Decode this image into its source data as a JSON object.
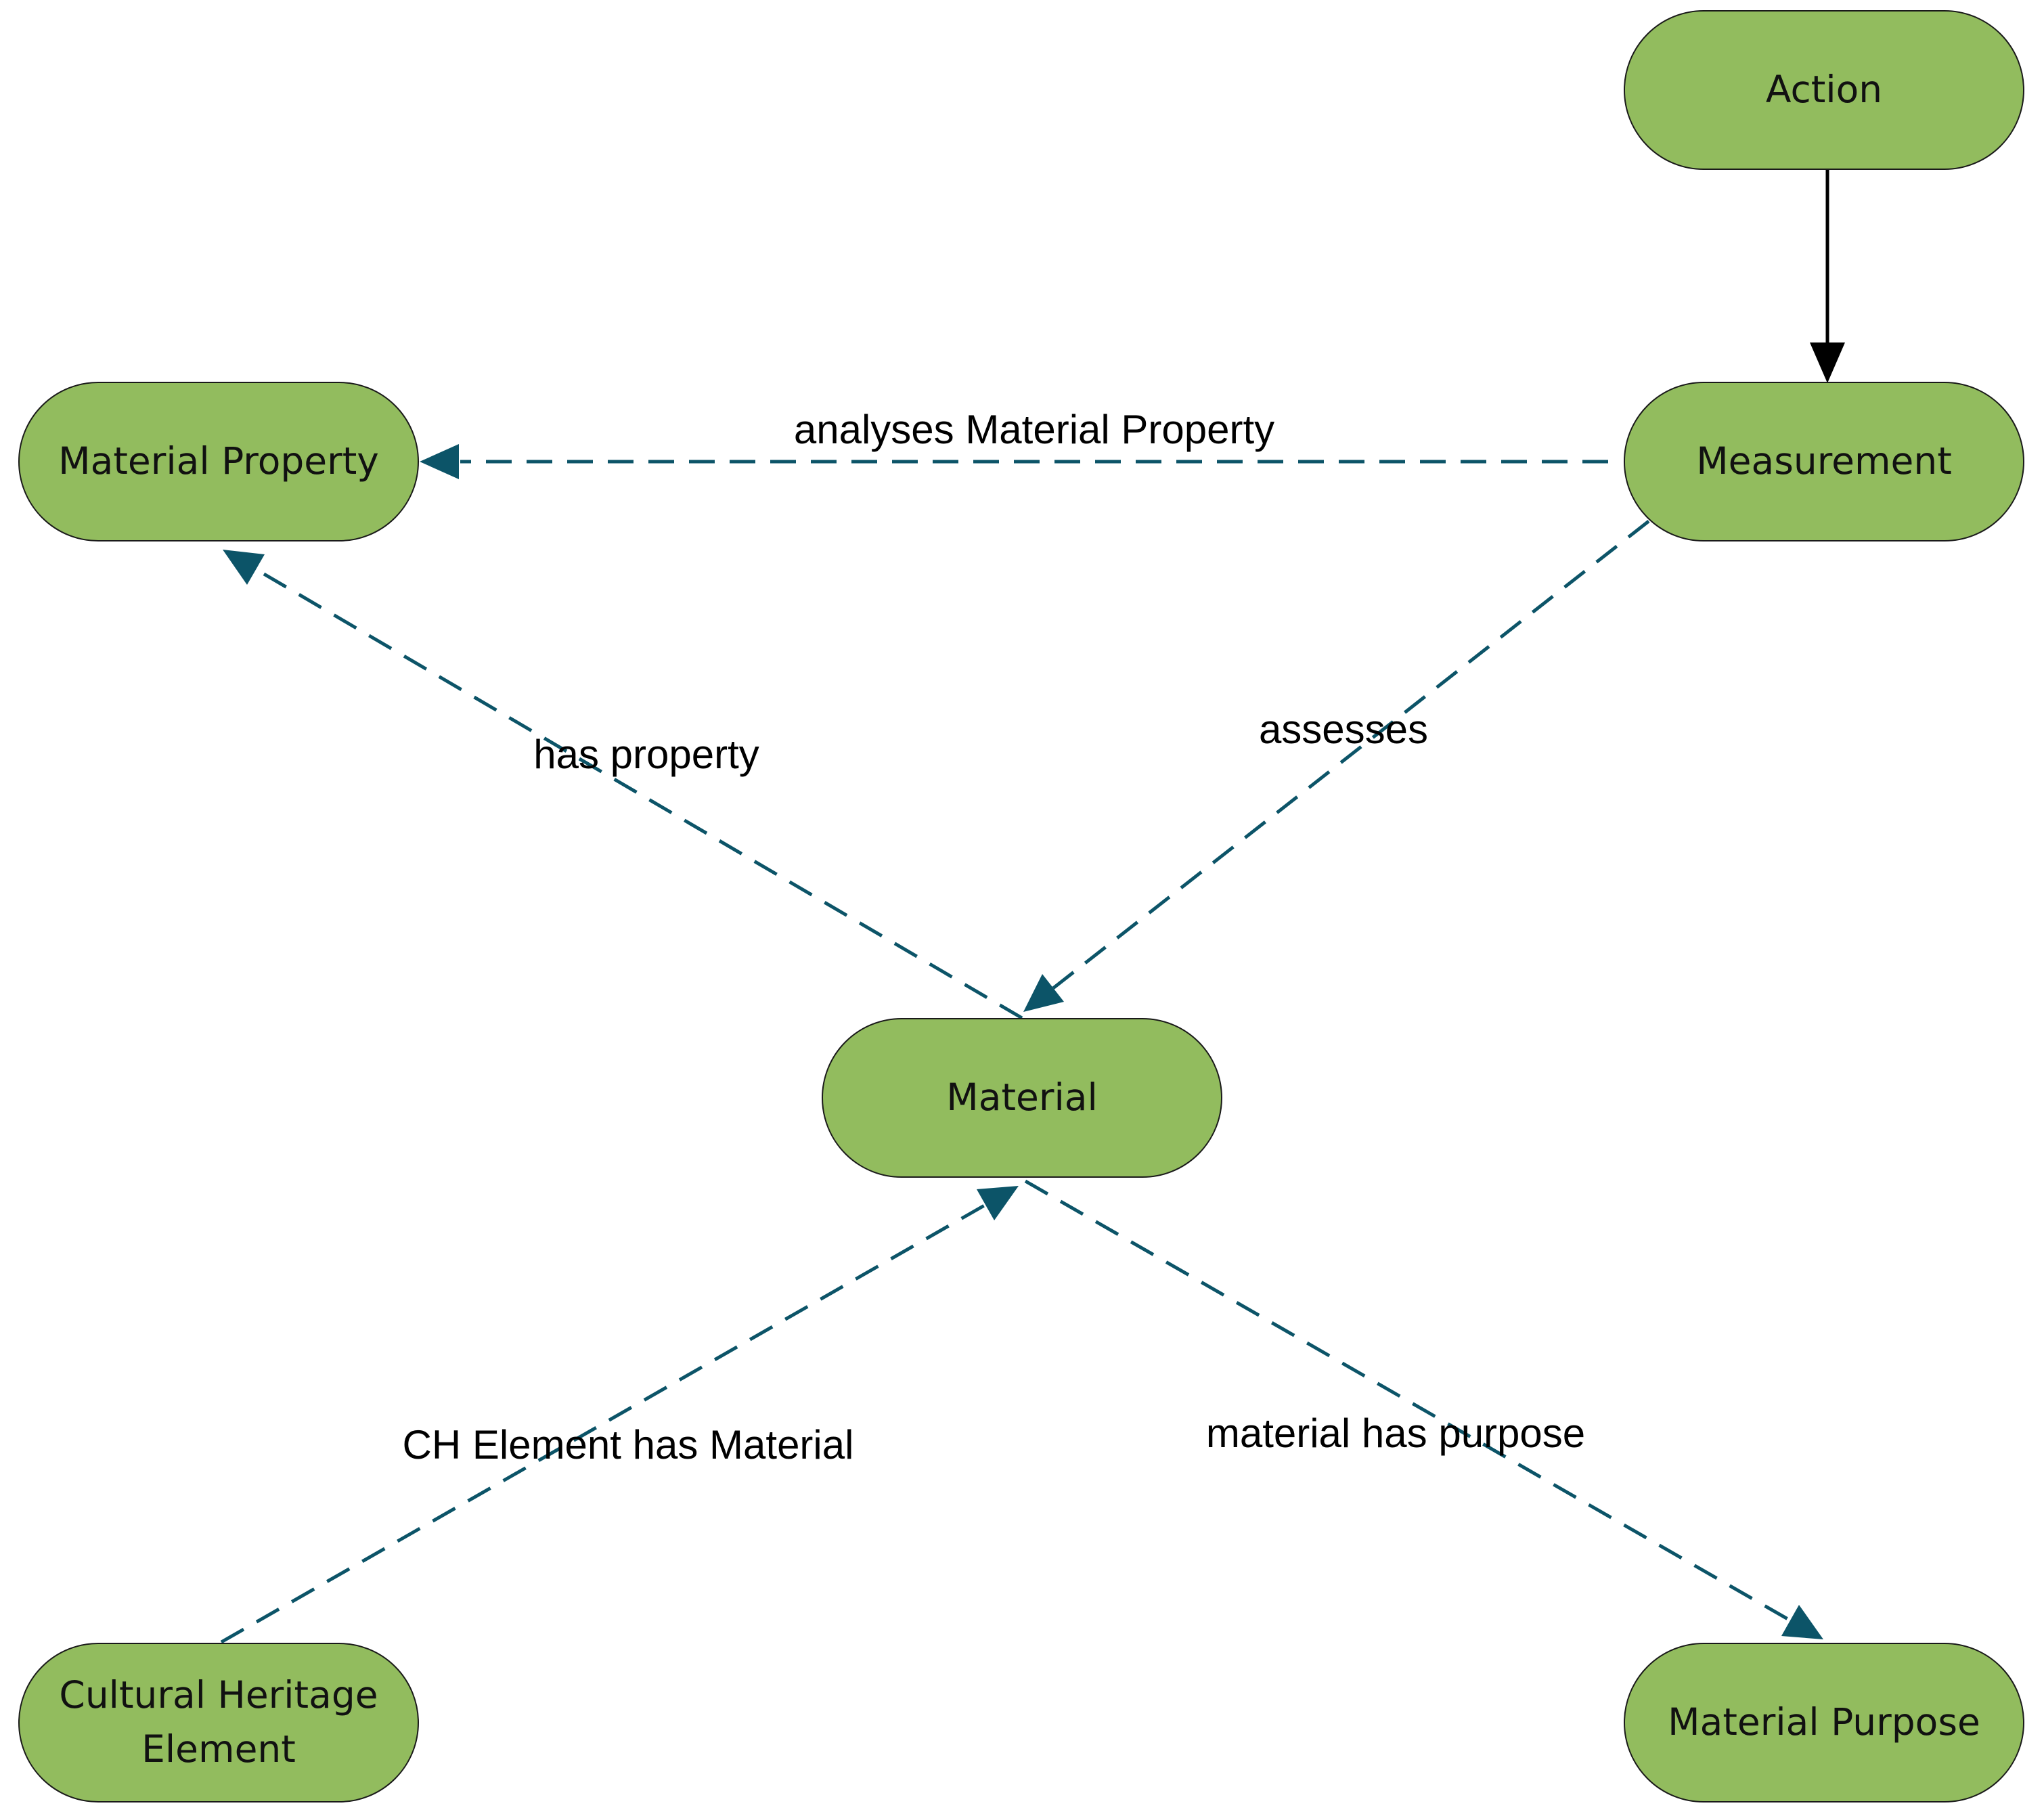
{
  "diagram": {
    "nodes": {
      "action": "Action",
      "measurement": "Measurement",
      "material_property": "Material Property",
      "material": "Material",
      "cultural_heritage_element_line1": "Cultural Heritage",
      "cultural_heritage_element_line2": "Element",
      "material_purpose": "Material Purpose"
    },
    "edges": {
      "action_to_measurement": "",
      "analyses": "analyses Material Property",
      "has_property": "has property",
      "assesses": "assesses",
      "ch_element_has_material": "CH Element has Material",
      "material_has_purpose": "material has purpose"
    },
    "colors": {
      "node_fill": "#92bc5e",
      "edge_dashed": "#0c5468",
      "edge_solid": "#000000"
    }
  }
}
